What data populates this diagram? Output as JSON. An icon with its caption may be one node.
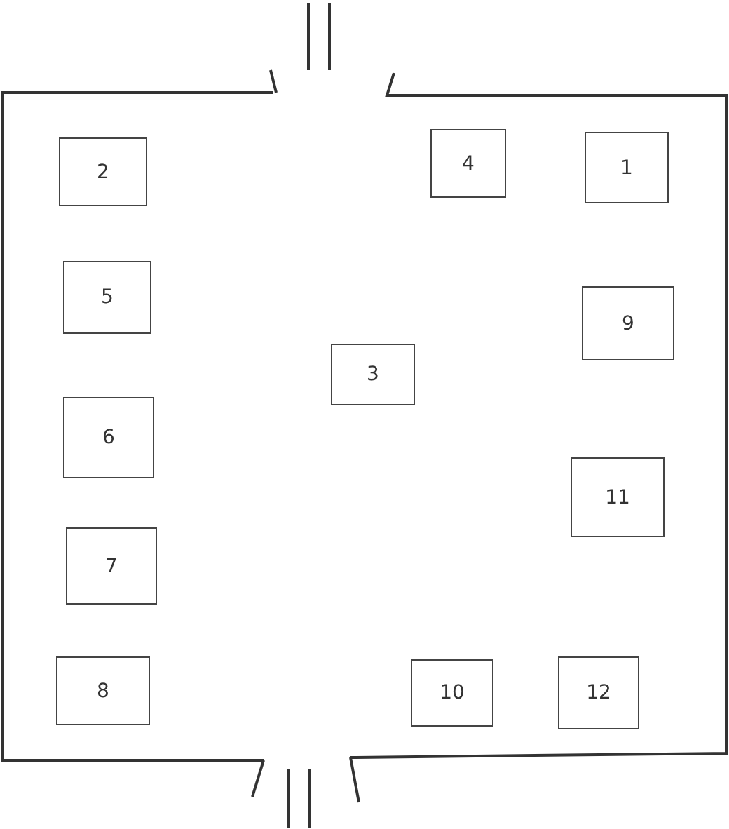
{
  "diagram": {
    "nodes": [
      {
        "text": [
          "2"
        ]
      },
      {
        "text": [
          "4"
        ]
      },
      {
        "text": [
          "1"
        ]
      },
      {
        "text": [
          "5"
        ]
      },
      {
        "text": [
          "9"
        ]
      },
      {
        "text": [
          "3"
        ]
      },
      {
        "text": [
          "6"
        ]
      },
      {
        "text": [
          "11"
        ]
      },
      {
        "text": [
          "7"
        ]
      },
      {
        "text": [
          "8"
        ]
      },
      {
        "text": [
          "10"
        ]
      },
      {
        "text": [
          "12"
        ]
      }
    ]
  }
}
